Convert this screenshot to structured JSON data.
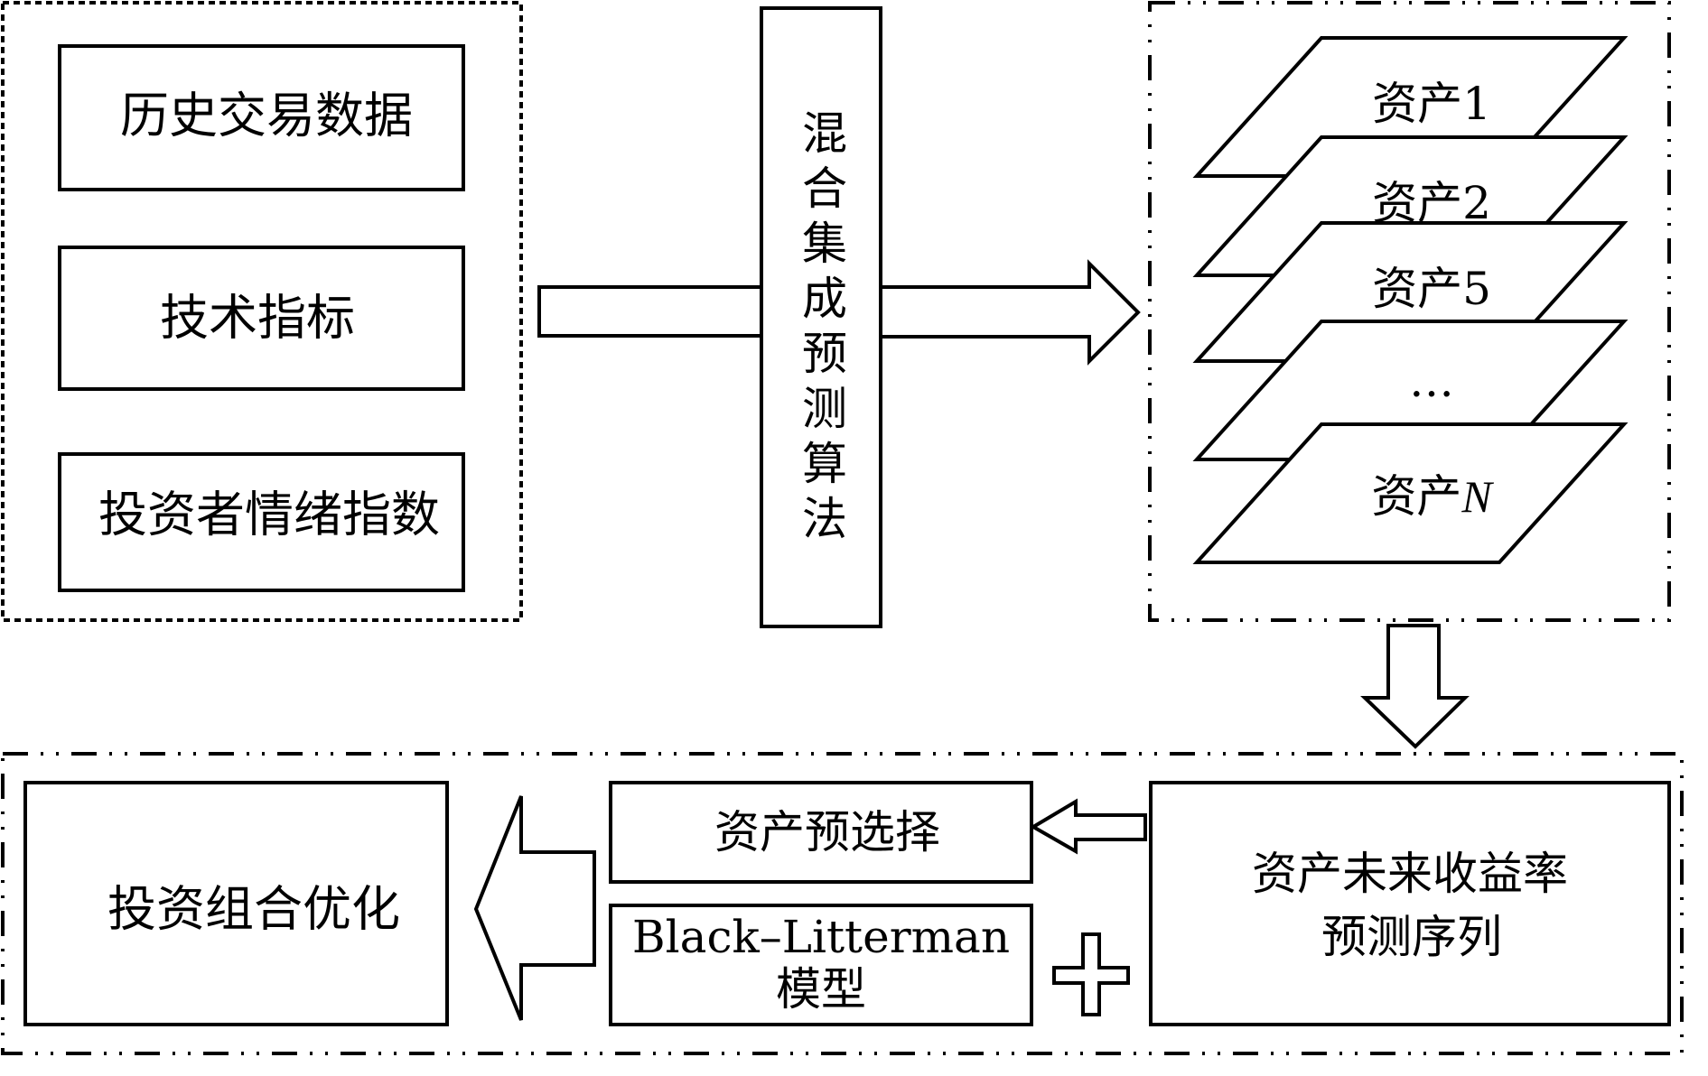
{
  "diagram": {
    "inputs": {
      "items": [
        {
          "label": "历史交易数据"
        },
        {
          "label": "技术指标"
        },
        {
          "label": "投资者情绪指数"
        }
      ]
    },
    "algorithm": {
      "label": "混合集成预测算法",
      "chars": [
        "混",
        "合",
        "集",
        "成",
        "预",
        "测",
        "算",
        "法"
      ]
    },
    "assets": {
      "items": [
        {
          "prefix": "资产",
          "suffix": "1"
        },
        {
          "prefix": "资产",
          "suffix": "2"
        },
        {
          "prefix": "资产",
          "suffix": "5"
        },
        {
          "prefix": "",
          "suffix": "…"
        },
        {
          "prefix": "资产",
          "suffix": "N"
        }
      ]
    },
    "bottom": {
      "optimization": {
        "label": "投资组合优化"
      },
      "preselection": {
        "label": "资产预选择"
      },
      "bl_model": {
        "line1": "Black–Litterman",
        "line2": "模型"
      },
      "forecast": {
        "line1": "资产未来收益率",
        "line2": "预测序列"
      },
      "plus_symbol": "+"
    },
    "colors": {
      "stroke": "#000000",
      "fill": "#ffffff"
    }
  }
}
